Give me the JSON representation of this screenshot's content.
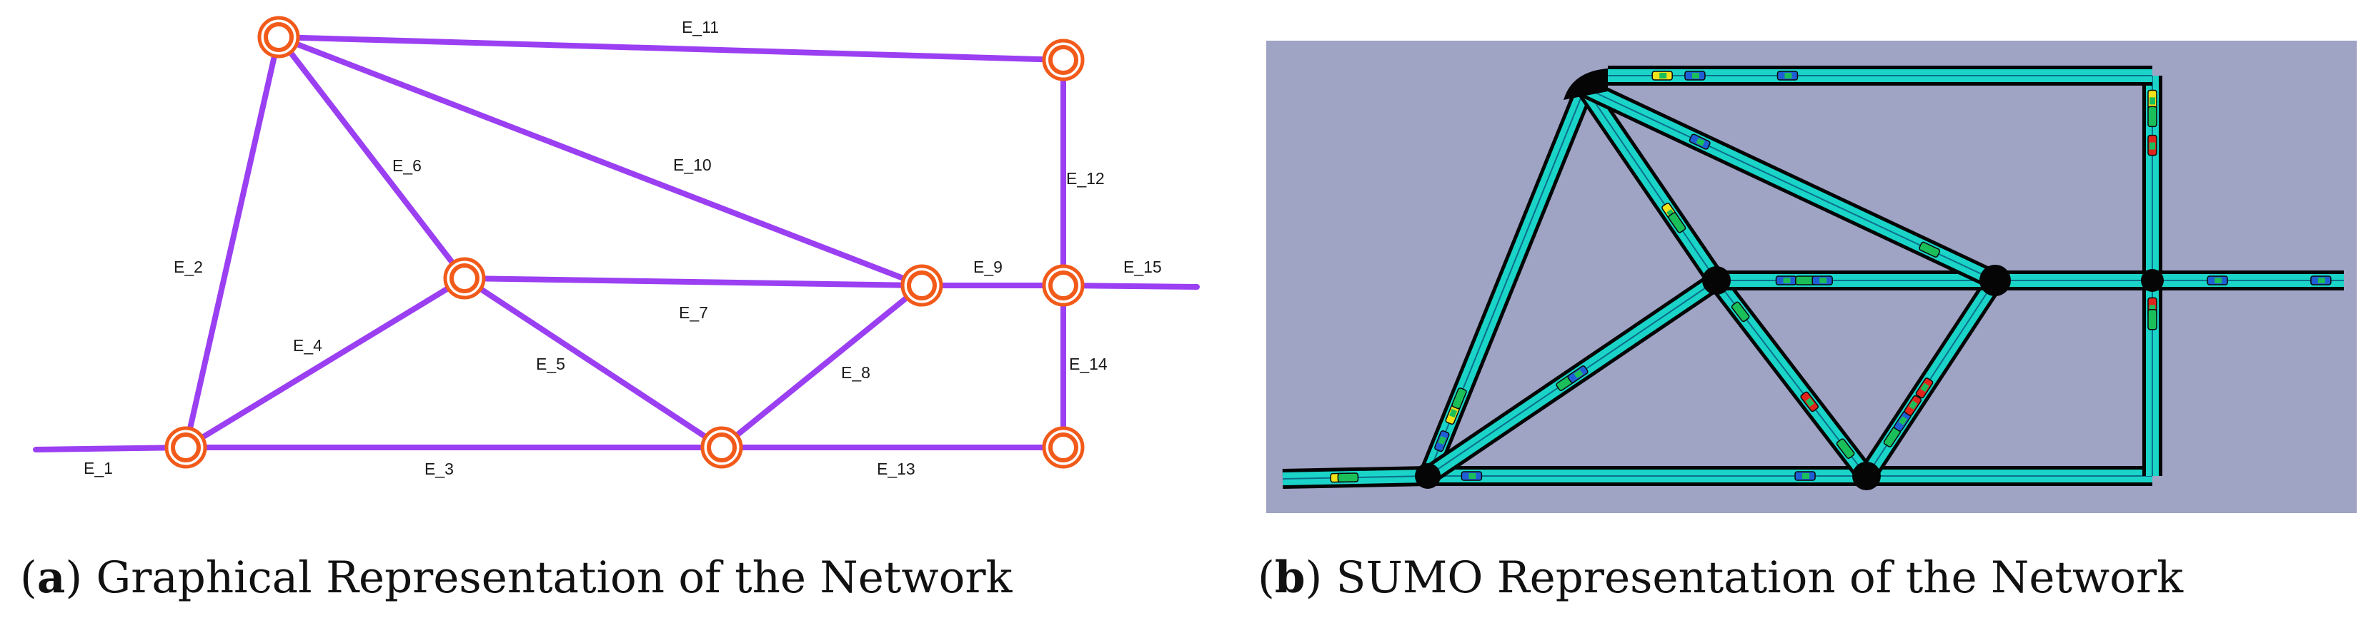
{
  "graph": {
    "edges": [
      {
        "id": "E_1",
        "from": "n_west",
        "to": "n_a"
      },
      {
        "id": "E_2",
        "from": "n_a",
        "to": "n_top_left"
      },
      {
        "id": "E_3",
        "from": "n_a",
        "to": "n_bottom_mid"
      },
      {
        "id": "E_4",
        "from": "n_a",
        "to": "n_center_left"
      },
      {
        "id": "E_5",
        "from": "n_center_left",
        "to": "n_bottom_mid"
      },
      {
        "id": "E_6",
        "from": "n_top_left",
        "to": "n_center_left"
      },
      {
        "id": "E_7",
        "from": "n_center_left",
        "to": "n_center_right"
      },
      {
        "id": "E_8",
        "from": "n_bottom_mid",
        "to": "n_center_right"
      },
      {
        "id": "E_9",
        "from": "n_center_right",
        "to": "n_right_mid"
      },
      {
        "id": "E_10",
        "from": "n_top_left",
        "to": "n_center_right"
      },
      {
        "id": "E_11",
        "from": "n_top_left",
        "to": "n_top_right"
      },
      {
        "id": "E_12",
        "from": "n_top_right",
        "to": "n_right_mid"
      },
      {
        "id": "E_13",
        "from": "n_bottom_mid",
        "to": "n_bottom_right"
      },
      {
        "id": "E_14",
        "from": "n_right_mid",
        "to": "n_bottom_right"
      },
      {
        "id": "E_15",
        "from": "n_right_mid",
        "to": "n_east"
      }
    ],
    "edge_color": "#9b3ff2",
    "node_color": "#f25a1a"
  },
  "sumo": {
    "background_color": "#9fa3c4",
    "road_color": "#1ad4c8",
    "vehicle_colors": [
      "#1f5fd6",
      "#1bbf5a",
      "#f2e21a",
      "#e0241b"
    ]
  },
  "captions": {
    "a_letter": "a",
    "a_text": " Graphical Representation of the Network",
    "b_letter": "b",
    "b_text": " SUMO Representation of the Network"
  }
}
